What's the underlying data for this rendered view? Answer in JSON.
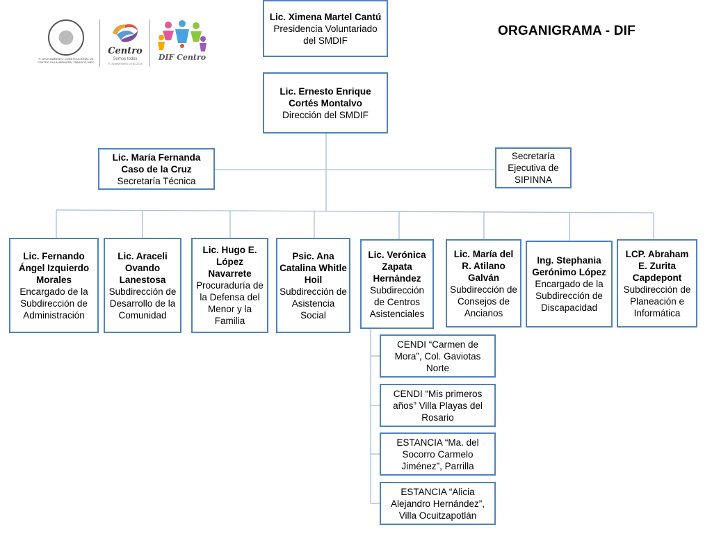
{
  "title": "ORGANIGRAMA - DIF",
  "logos": {
    "seal_label": "H. AYUNTAMIENTO CONSTITUCIONAL DE CENTRO VILLAHERMOSA, TABASCO, MEX.",
    "centro_word": "Centro",
    "centro_sub1": "Somos todos",
    "centro_sub2": "H. Ayuntamiento 2016-2018",
    "dif_word": "DIF Centro"
  },
  "nodes": {
    "presidencia": {
      "name": "Lic. Ximena Martel Cantú",
      "role": "Presidencia Voluntariado del SMDIF"
    },
    "direccion": {
      "name": "Lic. Ernesto Enrique Cortés Montalvo",
      "role": "Dirección del SMDIF"
    },
    "tecnica": {
      "name": "Lic. María Fernanda Caso de la Cruz",
      "role": "Secretaría Técnica"
    },
    "sipinna": {
      "name": "",
      "role": "Secretaría Ejecutiva de SIPINNA"
    },
    "administracion": {
      "name": "Lic. Fernando Ángel Izquierdo Morales",
      "role": "Encargado de la Subdirección de Administración"
    },
    "desarrollo": {
      "name": "Lic. Araceli Ovando Lanestosa",
      "role": "Subdirección de Desarrollo de la Comunidad"
    },
    "procuraduria": {
      "name": "Lic. Hugo E. López Navarrete",
      "role": "Procuraduría de la Defensa del Menor y la Familia"
    },
    "asistencia": {
      "name": "Psic. Ana Catalina Whitle Hoil",
      "role": "Subdirección de Asistencia Social"
    },
    "centros": {
      "name": "Lic. Verónica Zapata Hernández",
      "role": "Subdirección de Centros Asistenciales"
    },
    "consejos": {
      "name": "Lic. María del R. Atilano Galván",
      "role": "Subdirección de Consejos de Ancianos"
    },
    "discapacidad": {
      "name": "Ing. Stephania Gerónimo López",
      "role": "Encargado de la Subdirección de Discapacidad"
    },
    "planeacion": {
      "name": "LCP. Abraham E. Zurita Capdepont",
      "role": "Subdirección de Planeación e Informática"
    },
    "cendi1": {
      "name": "",
      "role": "CENDI “Carmen de Mora”, Col. Gaviotas Norte"
    },
    "cendi2": {
      "name": "",
      "role": "CENDI “Mis primeros años” Villa Playas del Rosario"
    },
    "estancia1": {
      "name": "",
      "role": "ESTANCIA “Ma. del Socorro Carmelo Jiménez”, Parrilla"
    },
    "estancia2": {
      "name": "",
      "role": "ESTANCIA “Alicia Alejandro Hernández”, Villa Ocuitzapotlán"
    }
  },
  "colors": {
    "border": "#4f81bd",
    "connector": "#a6bddb"
  }
}
